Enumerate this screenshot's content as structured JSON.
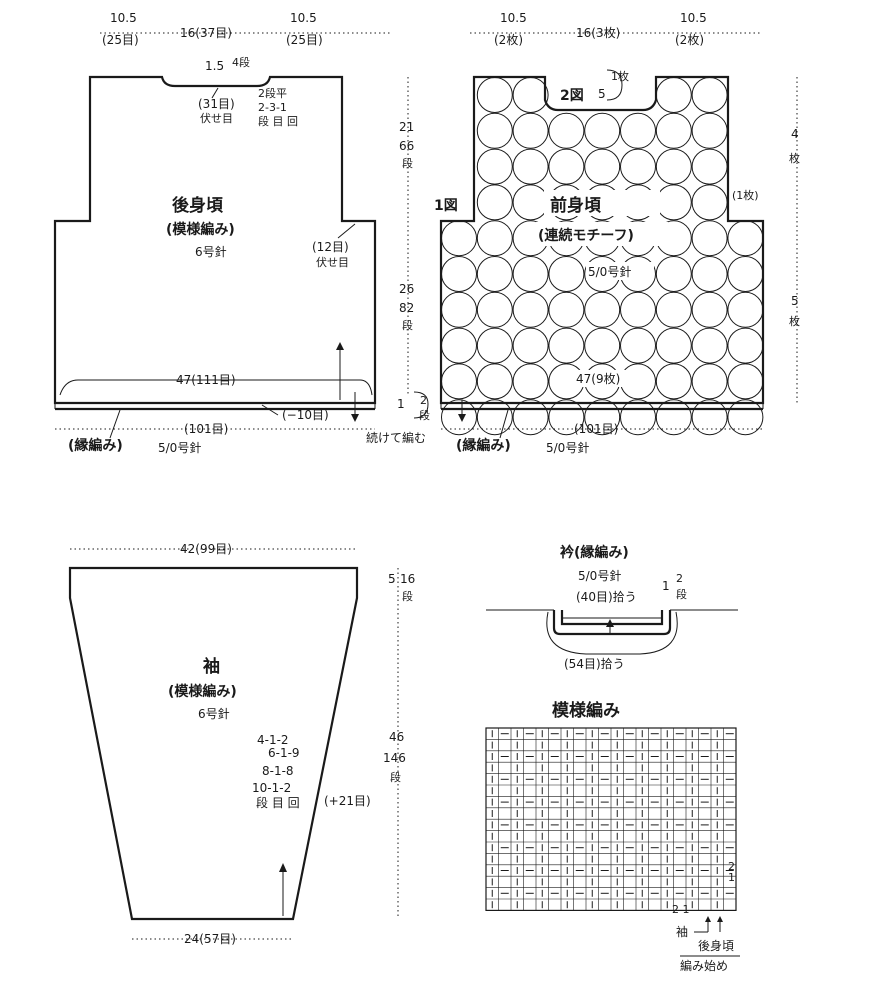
{
  "back_body": {
    "title": "後身頃",
    "pattern": "(模様編み)",
    "needle": "6号針",
    "dim_left": "10.5",
    "dim_left_stitches": "(25目)",
    "dim_center": "16(37目)",
    "dim_right": "10.5",
    "dim_right_stitches": "(25目)",
    "neck_depth": "1.5",
    "neck_rows": "4段",
    "neck_bindoff": "(31目)",
    "neck_bindoff_label": "伏せ目",
    "neck_dec_line1": "2段平",
    "neck_dec_line2": "2-3-1",
    "neck_dec_line3": "段 目 回",
    "armhole_bindoff": "(12目)",
    "armhole_bindoff_label": "伏せ目",
    "width_label": "47(111目)",
    "edge_stitches": "(101目)",
    "edge_decrease": "(−10目)",
    "edge_pattern": "(縁編み)",
    "edge_needle": "5/0号針"
  },
  "height_dims": {
    "upper_cm": "21",
    "upper_rows": "66",
    "upper_unit": "段",
    "lower_cm": "26",
    "lower_rows": "82",
    "lower_unit": "段",
    "edge_cm": "1",
    "edge_rows": "2",
    "edge_unit": "段",
    "continue_label": "続けて編む"
  },
  "front_body": {
    "title": "前身頃",
    "pattern": "(連続モチーフ)",
    "needle": "5/0号針",
    "dim_left": "10.5",
    "dim_left_motifs": "(2枚)",
    "dim_center": "16(3枚)",
    "dim_right": "10.5",
    "dim_right_motifs": "(2枚)",
    "fig1": "1図",
    "fig2": "2図",
    "neck_depth": "5",
    "neck_motif": "1枚",
    "shoulder_motif": "(1枚)",
    "width_label": "47(9枚)",
    "edge_stitches": "(101目)",
    "edge_pattern": "(縁編み)",
    "edge_needle": "5/0号針",
    "side_upper_cm": "4",
    "side_upper_unit": "枚",
    "side_lower_cm": "5",
    "side_lower_unit": "枚"
  },
  "sleeve": {
    "title": "袖",
    "pattern": "(模様編み)",
    "needle": "6号針",
    "top_width": "42(99目)",
    "bottom_width": "24(57目)",
    "cap_cm": "5",
    "cap_rows": "16",
    "cap_unit": "段",
    "length_cm": "46",
    "length_rows": "146",
    "length_unit": "段",
    "inc_rows": [
      "4-1-2",
      "6-1-9",
      "8-1-8",
      "10-1-2",
      "段 目 回"
    ],
    "inc_total": "(+21目)"
  },
  "collar": {
    "title": "衿(縁編み)",
    "needle": "5/0号針",
    "pick_top": "(40目)拾う",
    "pick_bottom": "(54目)拾う",
    "height_cm": "1",
    "height_rows": "2",
    "height_unit": "段"
  },
  "stitch_chart": {
    "title": "模様編み",
    "cols": 20,
    "rows": 16,
    "row_marks": [
      "2",
      "1"
    ],
    "col_mark": "2 1",
    "sleeve_label": "袖",
    "back_label": "後身頃",
    "start_label": "編み始め"
  }
}
